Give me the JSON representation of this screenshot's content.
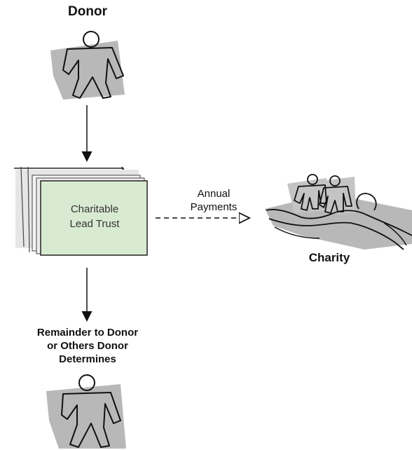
{
  "diagram": {
    "donor_label": "Donor",
    "trust_label_line1": "Charitable",
    "trust_label_line2": "Lead Trust",
    "payments_label_line1": "Annual",
    "payments_label_line2": "Payments",
    "charity_label": "Charity",
    "remainder_line1": "Remainder to Donor",
    "remainder_line2": "or Others Donor",
    "remainder_line3": "Determines"
  },
  "colors": {
    "document_fill": "#d9ead3",
    "shadow_gray": "#b3b3b3",
    "stroke": "#111111"
  },
  "icons": [
    "person-icon",
    "document-stack-icon",
    "hand-holding-people-icon"
  ]
}
